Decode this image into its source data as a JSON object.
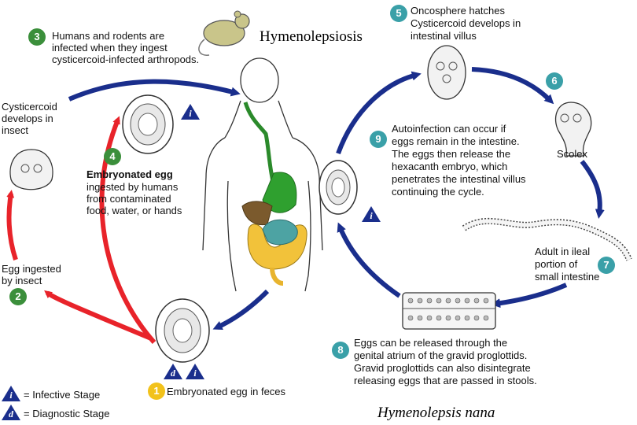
{
  "title": "Hymenolepsiosis",
  "caption": "Hymenolepsis nana",
  "steps": {
    "s1": {
      "num": "1",
      "text": "Embryonated egg in feces"
    },
    "s2": {
      "num": "2",
      "lines": [
        "Egg ingested",
        "by insect"
      ]
    },
    "s3": {
      "num": "3",
      "lines": [
        "Humans and rodents are",
        "infected when they ingest",
        "cysticercoid-infected arthropods."
      ]
    },
    "s4": {
      "num": "4",
      "lines": [
        "Embryonated egg",
        "ingested by humans",
        "from contaminated",
        "food, water, or hands"
      ]
    },
    "s5": {
      "num": "5",
      "lines": [
        "Oncosphere hatches",
        "Cysticercoid develops in",
        "intestinal villus"
      ]
    },
    "s6": {
      "num": "6",
      "text": "Scolex"
    },
    "s7": {
      "num": "7",
      "lines": [
        "Adult in ileal",
        "portion of",
        "small intestine"
      ]
    },
    "s8": {
      "num": "8",
      "lines": [
        "Eggs can be released through the",
        "genital atrium of the gravid proglottids.",
        "Gravid proglottids can also disintegrate",
        "releasing eggs that are passed in stools."
      ]
    },
    "s9": {
      "num": "9",
      "lines": [
        "Autoinfection can occur if",
        "eggs remain in the intestine.",
        "The eggs then release the",
        "hexacanth embryo, which",
        "penetrates the intestinal villus",
        "continuing the cycle."
      ]
    },
    "cyst": {
      "lines": [
        "Cysticercoid",
        "develops in",
        "insect"
      ]
    }
  },
  "legend": {
    "infective": {
      "symbol": "i",
      "text": "= Infective Stage"
    },
    "diagnostic": {
      "symbol": "d",
      "text": "= Diagnostic Stage"
    }
  },
  "icons": {
    "i": "i",
    "d": "d"
  },
  "colors": {
    "infective_arrow": "#e8232a",
    "human_arrow": "#1a2e8c",
    "badge_green": "#3b8f3b",
    "badge_teal": "#3aa0a8",
    "badge_yellow": "#f2c21b",
    "icon_blue": "#1a2e8c"
  }
}
